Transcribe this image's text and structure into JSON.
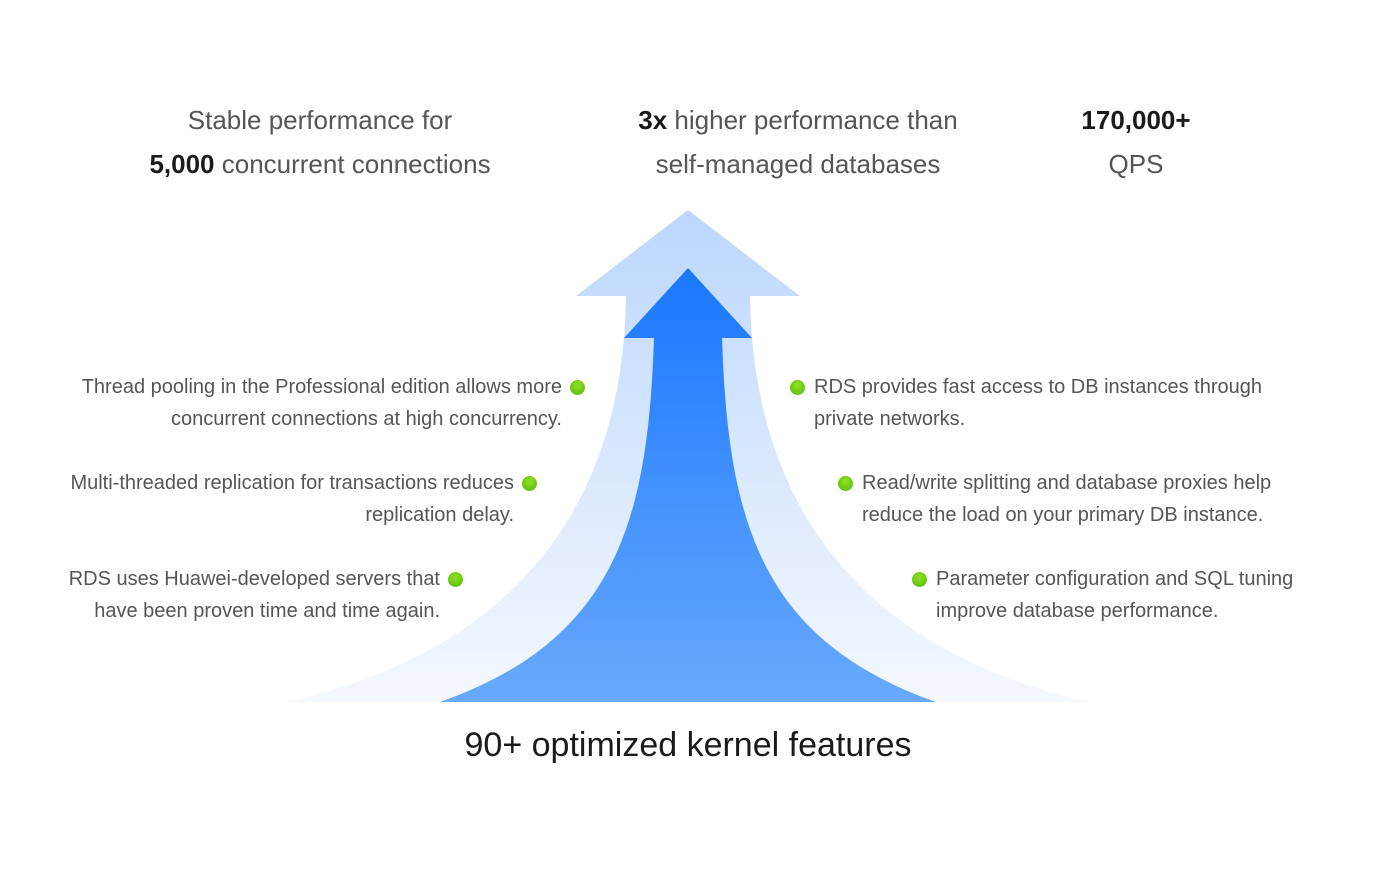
{
  "stats": [
    {
      "line1_pre": "",
      "line1_bold": "",
      "line1_post": "Stable performance for",
      "line2_bold": "5,000",
      "line2_post": " concurrent connections"
    },
    {
      "line1_bold": "3x",
      "line1_post": " higher performance than",
      "line2_post": "self-managed databases"
    },
    {
      "line1_bold": "170,000+",
      "line2_post": "QPS"
    }
  ],
  "left_features": [
    {
      "line1": "Thread pooling in the Professional edition allows more",
      "line2": "concurrent connections at high concurrency."
    },
    {
      "line1": "Multi-threaded replication for transactions reduces",
      "line2": "replication delay."
    },
    {
      "line1": "RDS uses Huawei-developed servers that",
      "line2": "have been proven time and time again."
    }
  ],
  "right_features": [
    {
      "line1": "RDS provides fast access to DB instances through",
      "line2": "private networks."
    },
    {
      "line1": "Read/write splitting and database proxies help",
      "line2": "reduce the load on your primary DB instance."
    },
    {
      "line1": "Parameter configuration and SQL tuning",
      "line2": "improve database performance."
    }
  ],
  "bottom_label": "90+ optimized kernel features",
  "colors": {
    "inner_arrow": "#1c7bff",
    "outer_arrow": "#c0d9fd",
    "bullet": "#66cc11"
  }
}
